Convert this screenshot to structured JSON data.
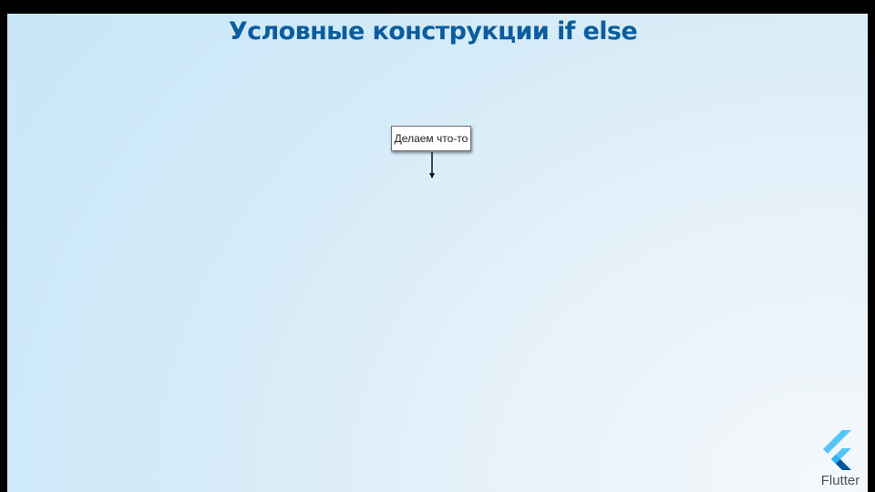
{
  "slide": {
    "title": "Условные конструкции if else"
  },
  "diagram": {
    "nodes": [
      {
        "label": "Делаем что-то"
      }
    ]
  },
  "logo": {
    "text": "Flutter",
    "icon": "flutter-logo-icon"
  },
  "colors": {
    "title": "#0d5d9e",
    "flutter_light": "#54c5f8",
    "flutter_dark": "#01579b",
    "flutter_mid": "#29b6f6"
  }
}
